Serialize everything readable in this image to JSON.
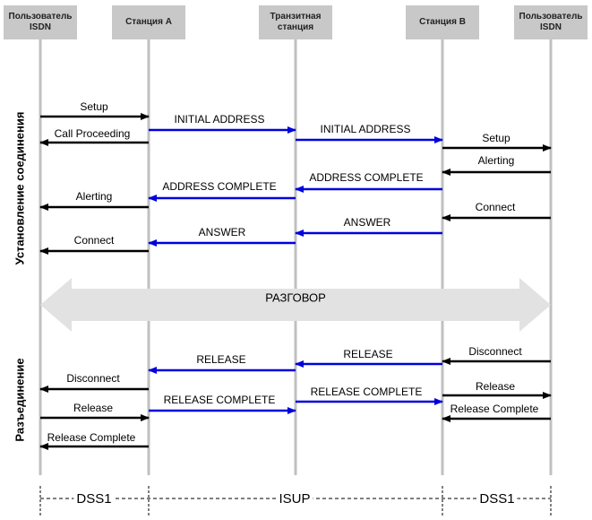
{
  "participants": [
    {
      "id": "isdn-user-a",
      "label": "Пользователь\nISDN"
    },
    {
      "id": "station-a",
      "label": "Станция А"
    },
    {
      "id": "transit-station",
      "label": "Транзитная\nстанция"
    },
    {
      "id": "station-b",
      "label": "Станция В"
    },
    {
      "id": "isdn-user-b",
      "label": "Пользователь\nISDN"
    }
  ],
  "phases": {
    "setup": "Установление соединения",
    "release": "Разъединение"
  },
  "conversation": "РАЗГОВОР",
  "messages": {
    "setup_a": "Setup",
    "call_proceeding": "Call Proceeding",
    "initial_address_1": "INITIAL ADDRESS",
    "initial_address_2": "INITIAL ADDRESS",
    "setup_b": "Setup",
    "alerting_b": "Alerting",
    "address_complete_2": "ADDRESS COMPLETE",
    "address_complete_1": "ADDRESS COMPLETE",
    "alerting_a": "Alerting",
    "connect_b": "Connect",
    "answer_2": "ANSWER",
    "answer_1": "ANSWER",
    "connect_a": "Connect",
    "disconnect_b": "Disconnect",
    "release_2": "RELEASE",
    "release_1": "RELEASE",
    "disconnect_a": "Disconnect",
    "release_b": "Release",
    "release_complete_2": "RELEASE COMPLETE",
    "release_a": "Release",
    "release_complete_1": "RELEASE COMPLETE",
    "release_complete_b": "Release Complete",
    "release_complete_a": "Release Complete"
  },
  "segments": {
    "left": "DSS1",
    "middle": "ISUP",
    "right": "DSS1"
  },
  "colors": {
    "dss1_arrow": "#000000",
    "isup_arrow": "#0000dd",
    "lifeline": "#c0c0c0",
    "header_box": "#c8c8c8",
    "conversation_band": "#e2e2e2"
  }
}
